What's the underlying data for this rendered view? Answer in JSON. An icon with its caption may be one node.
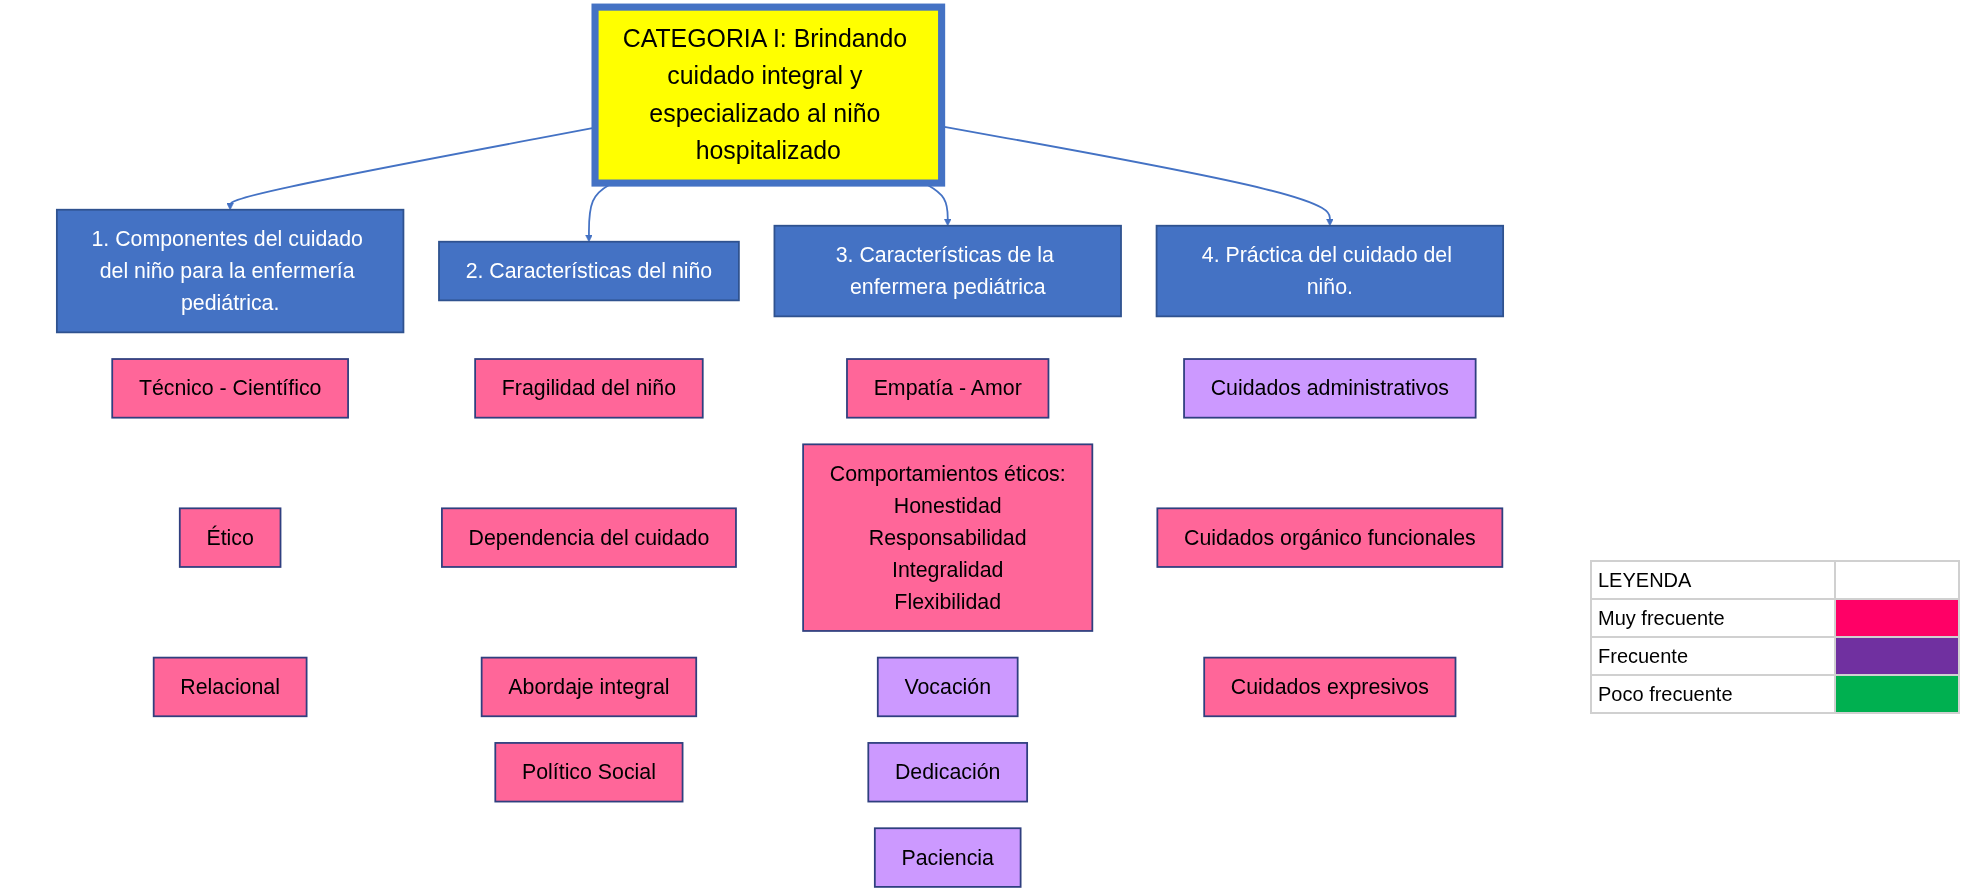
{
  "diagram": {
    "nodes": [
      {
        "text": [
          "CATEGORIA I: Brindando cuidado integral y especializado al niño hospitalizado"
        ]
      },
      {
        "text": [
          "1. Componentes del cuidado del niño para la enfermería pediátrica."
        ]
      },
      {
        "text": [
          "2. Características del niño"
        ]
      },
      {
        "text": [
          "3. Características de la enfermera pediátrica"
        ]
      },
      {
        "text": [
          "4. Práctica del cuidado del niño."
        ]
      },
      {
        "text": [
          "Técnico - Científico"
        ]
      },
      {
        "text": [
          "Ético"
        ]
      },
      {
        "text": [
          "Relacional"
        ]
      },
      {
        "text": [
          "Fragilidad del niño"
        ]
      },
      {
        "text": [
          "Dependencia del cuidado"
        ]
      },
      {
        "text": [
          "Abordaje integral"
        ]
      },
      {
        "text": [
          "Político Social"
        ]
      },
      {
        "text": [
          "Empatía - Amor"
        ]
      },
      {
        "text": [
          "Comportamientos éticos:",
          "Honestidad",
          "Responsabilidad",
          "Integralidad",
          "Flexibilidad"
        ]
      },
      {
        "text": [
          "Vocación"
        ]
      },
      {
        "text": [
          "Dedicación"
        ]
      },
      {
        "text": [
          "Paciencia"
        ]
      },
      {
        "text": [
          "Cuidados administrativos"
        ]
      },
      {
        "text": [
          "Cuidados orgánico funcionales"
        ]
      },
      {
        "text": [
          "Cuidados expresivos"
        ]
      }
    ],
    "edges": [
      {
        "from": 0,
        "to": 1,
        "arrow": "to"
      },
      {
        "from": 0,
        "to": 2,
        "arrow": "to"
      },
      {
        "from": 0,
        "to": 3,
        "arrow": "to"
      },
      {
        "from": 0,
        "to": 4,
        "arrow": "to"
      }
    ],
    "labels": [
      "LEYENDA"
    ],
    "legend": [
      {
        "text": "Muy frecuente",
        "color": "#ff0066"
      },
      {
        "text": "Frecuente",
        "color": "#7030a0"
      },
      {
        "text": "Poco frecuente",
        "color": "#00b050"
      }
    ]
  }
}
